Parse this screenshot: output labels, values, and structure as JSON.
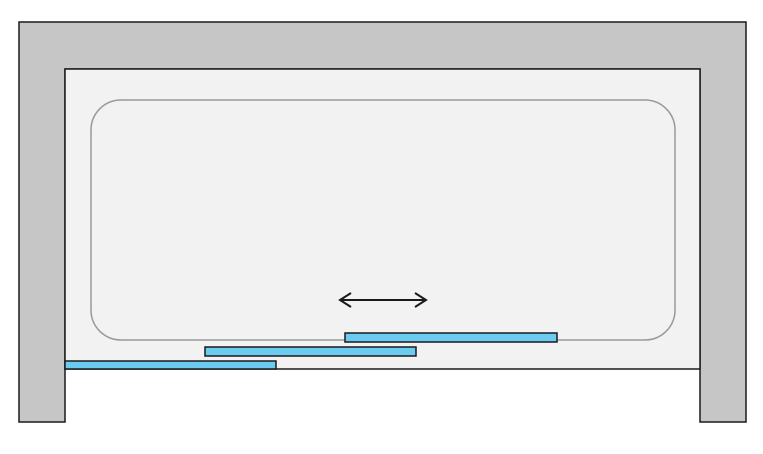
{
  "diagram": {
    "type": "sliding-bath-screen-plan",
    "panel_count": 3,
    "colors": {
      "wall": "#c6c6c7",
      "bath": "#f2f2f2",
      "bath_outline": "#999999",
      "panel": "#6ccbf0",
      "stroke": "#1a1a1a",
      "background": "#ffffff"
    },
    "icons": {
      "slide-direction": "double-arrow-horizontal"
    }
  }
}
